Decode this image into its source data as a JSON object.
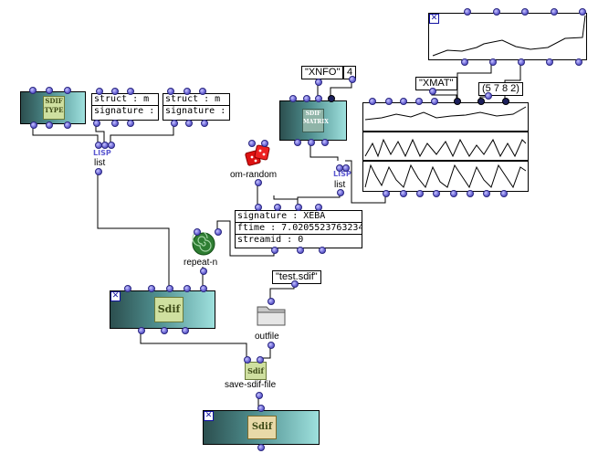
{
  "nodes": {
    "sdif_type": {
      "logo": "SDIF TYPE"
    },
    "struct1": {
      "rows": [
        "struct : m",
        "signature :"
      ]
    },
    "struct2": {
      "rows": [
        "struct : m",
        "signature :"
      ]
    },
    "list1": {
      "lisp": "LISP",
      "label": "list"
    },
    "xnfo": {
      "value": "\"XNFO\""
    },
    "four": {
      "value": "4"
    },
    "sdif_matrix": {
      "logo": "SDIF MATRIX"
    },
    "xmat": {
      "value": "\"XMAT\""
    },
    "dims": {
      "value": "(5 7 8 2)"
    },
    "om_random": {
      "label": "om-random"
    },
    "list2": {
      "lisp": "LISP",
      "label": "list"
    },
    "frame": {
      "rows": [
        "signature : XEBA",
        "ftime : 7.0205523763234",
        "streamid : 0"
      ]
    },
    "repeat": {
      "label": "repeat-n"
    },
    "testsdif": {
      "value": "\"test.sdif\""
    },
    "outfile": {
      "label": "outfile"
    },
    "sdif_big": {
      "logo": "Sdif"
    },
    "save": {
      "logo": "Sdif",
      "label": "save-sdif-file"
    },
    "sdif_file": {
      "logo": "Sdif"
    }
  },
  "colors": {
    "wire": "#000000",
    "inlet": "#6f6ad8",
    "box_gradient_dark": "#2c4f4f",
    "box_gradient_light": "#9ee0dd",
    "lisp_text": "#5b58d0",
    "close_x": "#1010a0"
  },
  "icons": [
    "close-x-icon",
    "dice-icon",
    "spiral-icon",
    "folder-icon",
    "sdif-logo-icon"
  ]
}
